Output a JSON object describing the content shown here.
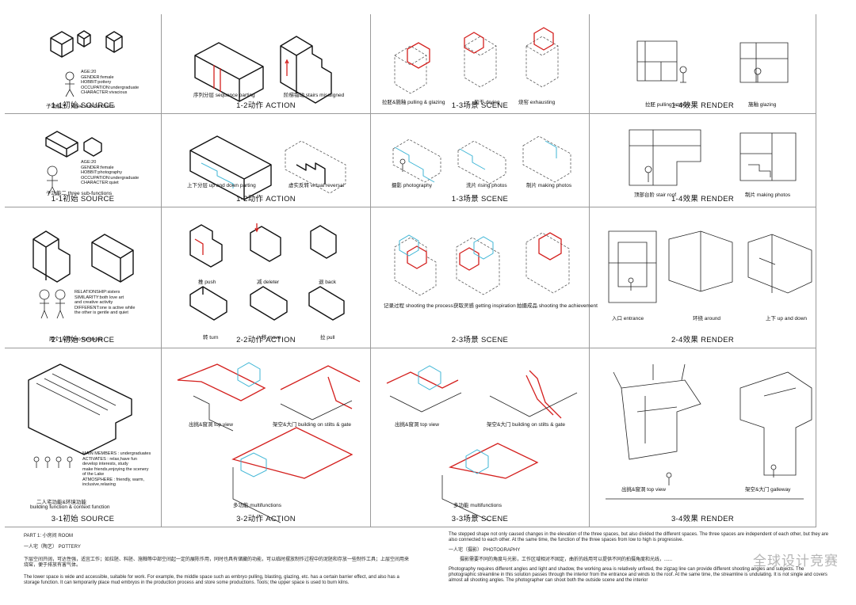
{
  "rows": [
    {
      "cells": [
        {
          "title": "1-1初始  SOURCE",
          "labels": [
            "子功能三 · three sub-functions"
          ],
          "info": "AGE:20\nGENDER:female\nHOBBIT:pottery\nOCCUPATION:undergraduate\nCHARACTER:vivacious"
        },
        {
          "title": "1-2动作  ACTION",
          "labels": [
            "序列分层  sequence parting",
            "阶梯错动  stairs misaligned"
          ]
        },
        {
          "title": "1-3场景  SCENE",
          "labels": [
            "拉胚&施釉  pulling & glazing",
            "风干  drying",
            "烧窑  exhausting"
          ]
        },
        {
          "title": "1-4效果  RENDER",
          "labels": [
            "拉胚  pulling embryo",
            "施釉  glazing"
          ]
        }
      ]
    },
    {
      "cells": [
        {
          "title": "1-1初始  SOURCE",
          "labels": [
            "子功能二  three sub-functions"
          ],
          "info": "AGE:20\nGENDER:female\nHOBBIT:photography\nOCCUPATION:undergraduate\nCHARACTER:quiet"
        },
        {
          "title": "1-2动作  ACTION",
          "labels": [
            "上下分层  up and down parting",
            "虚实反转  virtual reversal"
          ]
        },
        {
          "title": "1-3场景  SCENE",
          "labels": [
            "摄影  photography",
            "洗片  rising photos",
            "制片  making photos"
          ]
        },
        {
          "title": "1-4效果  RENDER",
          "labels": [
            "顶部台阶  stair roof",
            "制片  making photos"
          ]
        }
      ]
    },
    {
      "cells": [
        {
          "title": "2-1初始  SOURCE",
          "labels": [
            "两个   人物  two functions"
          ],
          "info": "RELATIONSHIP:sisters\nSIMILARITY:both love art\nand creative activity\nDIFFERENT:one is active while\nthe other is gentle and quiet"
        },
        {
          "title": "2-2动作  ACTION",
          "labels": [
            "推  push",
            "减  deleter",
            "退  back",
            "转  turn",
            "移  move",
            "拉  pull"
          ]
        },
        {
          "title": "2-3场景  SCENE",
          "labels": [
            "记录过程  shooting the process",
            "获取灵感  getting inspiration",
            "拍摄成品  shooting the achievement"
          ]
        },
        {
          "title": "2-4效果  RENDER",
          "labels": [
            "入口  entrance",
            "环绕  around",
            "上下  up and down"
          ]
        }
      ]
    },
    {
      "cells": [
        {
          "title": "3-1初始  SOURCE",
          "labels": [
            "二人宅功能&环境功能",
            "building function & context function"
          ],
          "info": "MAIN MEMBERS : undergraduates\nACTIVATES : relax,have fun\ndevelop interests, study\nmake friends,enjoying the scenery\nof the Lake\nATMOSPHERE : friendly, warm,\ninclusive,relaxing"
        },
        {
          "title": "3-2动作  ACTION",
          "labels": [
            "出挑&窗洞  top view",
            "架空&大门  building on stilts & gate",
            "多功能  multifunctions"
          ]
        },
        {
          "title": "3-3场景  SCENE",
          "labels": [
            "出挑&窗洞  top view",
            "架空&大门  building on stilts & gate",
            "多功能  multifunctions"
          ]
        },
        {
          "title": "3-4效果  RENDER",
          "labels": [
            "出挑&窗洞  top view",
            "架空&大门  galleway"
          ]
        }
      ]
    }
  ],
  "bottom": {
    "part": "PART 1: 小房间 ROOM",
    "h1": "一人宅（陶艺）  POTTERY",
    "cn1": "下层空间开阔，可达性强，适宜工作；如拉胚、料胚、施釉等中部空间起一定的展陈作用，同时也具有储藏的功能，可以临时摆放制作过程中的泥胚和存放一些制作工具；上层空间用来烧窑，便于排放有害气体。",
    "en1": "The lower space is wide and accessible, suitable for work. For example, the middle space such as embryo pulling, blasting, glazing, etc. has a certain barrier effect, and also has a storage function. It can temporarily place mud embryos in the production process and store some productions. Tools; the upper space is used to burn kilns.",
    "en2": "The stepped shape not only caused changes in the elevation of the three spaces, but also divided the different spaces. The three spaces are independent of each other, but they are also connected to each other. At the same time, the function of the three spaces from low to high is progressive.",
    "h2": "一人宅（摄影）  PHOTOGRAPHY",
    "cn2": "摄影需要不同的角度与光影，工作区域相对不固定，曲折的线用可以提供不同的拍摄角度和光线，......",
    "en3": "Photography requires different angles and light and shadow, the working area is relatively unfixed, the zigzag line can provide different shooting angles and subjects. The photographic streamline in this solution passes through the interior from the entrance and winds to the roof. At the same time, the streamline is undulating. It is not single and covers almost all shooting angles. The photographer can shoot both the outside scene and the interior",
    "watermark": "全球设计竞赛"
  },
  "colors": {
    "red": "#d4201e",
    "cyan": "#3fb6d6",
    "line": "#9a9a9a"
  }
}
